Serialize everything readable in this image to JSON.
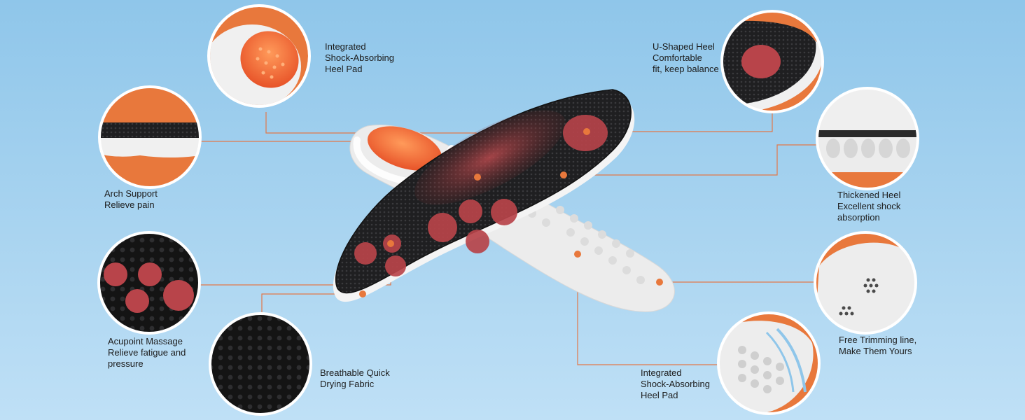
{
  "features": [
    {
      "id": "heel-pad-top",
      "lines": [
        "Integrated",
        "Shock-Absorbing",
        "Heel Pad"
      ]
    },
    {
      "id": "u-shaped-heel",
      "lines": [
        "U-Shaped Heel",
        "Comfortable",
        "fit, keep balance"
      ]
    },
    {
      "id": "arch-support",
      "lines": [
        "Arch Support",
        "Relieve pain"
      ]
    },
    {
      "id": "thickened-heel",
      "lines": [
        "Thickened Heel",
        "Excellent shock",
        "absorption"
      ]
    },
    {
      "id": "acupoint-massage",
      "lines": [
        "Acupoint Massage",
        "Relieve fatigue and",
        "pressure"
      ]
    },
    {
      "id": "free-trimming",
      "lines": [
        "Free Trimming line,",
        "Make Them Yours"
      ]
    },
    {
      "id": "breathable-fabric",
      "lines": [
        "Breathable Quick",
        "Drying Fabric"
      ]
    },
    {
      "id": "heel-pad-bottom",
      "lines": [
        "Integrated",
        "Shock-Absorbing",
        "Heel Pad"
      ]
    }
  ],
  "colors": {
    "accent": "#e8783c",
    "insole_black": "#1e1e20",
    "massage_red": "#b8444a",
    "foam_white": "#f2f2f2",
    "connector": "#e2784a"
  }
}
